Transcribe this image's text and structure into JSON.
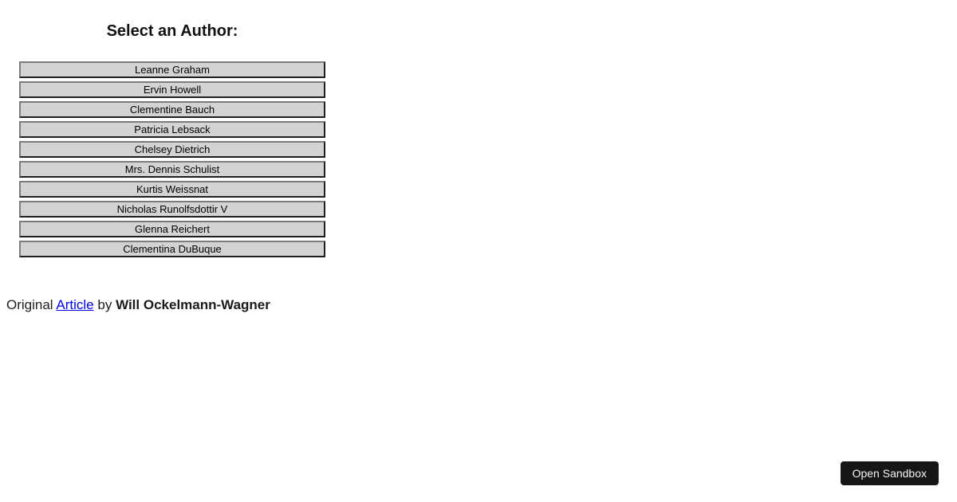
{
  "page": {
    "background_color": "#ffffff"
  },
  "author_selector": {
    "title": "Select an Author:",
    "authors": [
      "Leanne Graham",
      "Ervin Howell",
      "Clementine Bauch",
      "Patricia Lebsack",
      "Chelsey Dietrich",
      "Mrs. Dennis Schulist",
      "Kurtis Weissnat",
      "Nicholas Runolfsdottir V",
      "Glenna Reichert",
      "Clementina DuBuque"
    ],
    "button_face_color": "#d3d3d3",
    "button_border_light_color": "#7b7b7b",
    "button_border_dark_color": "#1f1f1f",
    "button_text_color": "#000000"
  },
  "credit": {
    "prefix": "Original",
    "link_label": "Article",
    "middle": "by",
    "author_name": "Will Ockelmann-Wagner",
    "link_color": "#0000EE",
    "text_color": "#1f1f1f"
  },
  "sandbox_button": {
    "label": "Open Sandbox",
    "background_color": "#161616",
    "text_color": "#f5f5f5"
  }
}
